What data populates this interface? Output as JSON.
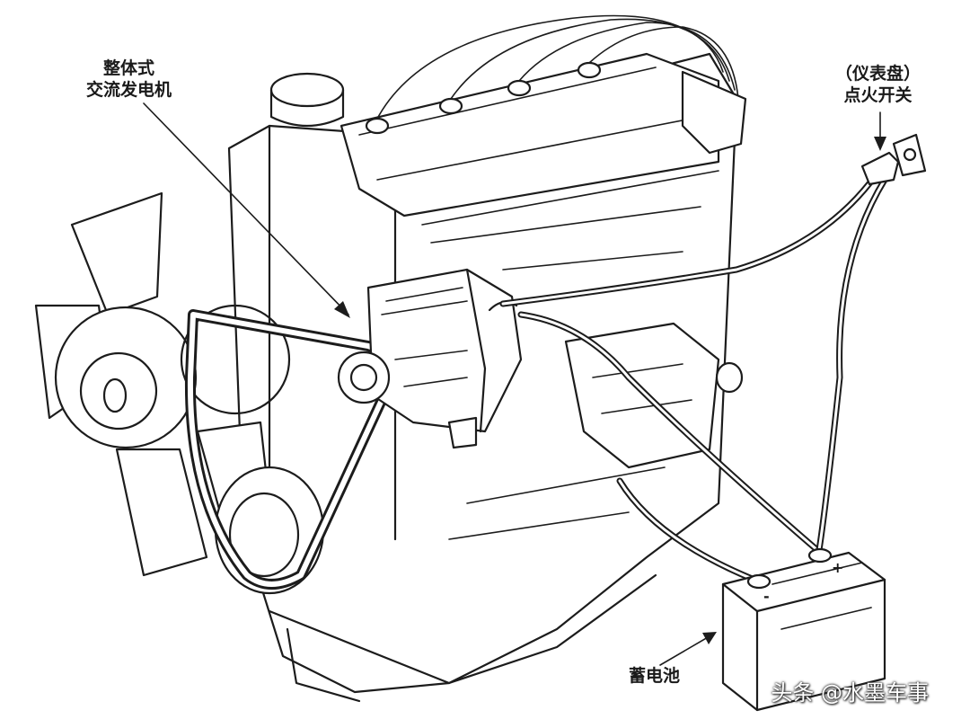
{
  "labels": {
    "alternator_line1": "整体式",
    "alternator_line2": "交流发电机",
    "ignition_line1": "（仪表盘）",
    "ignition_line2": "点火开关",
    "battery": "蓄电池",
    "battery_negative": "-",
    "battery_positive": "+"
  },
  "watermark": "头条 @水墨车事"
}
